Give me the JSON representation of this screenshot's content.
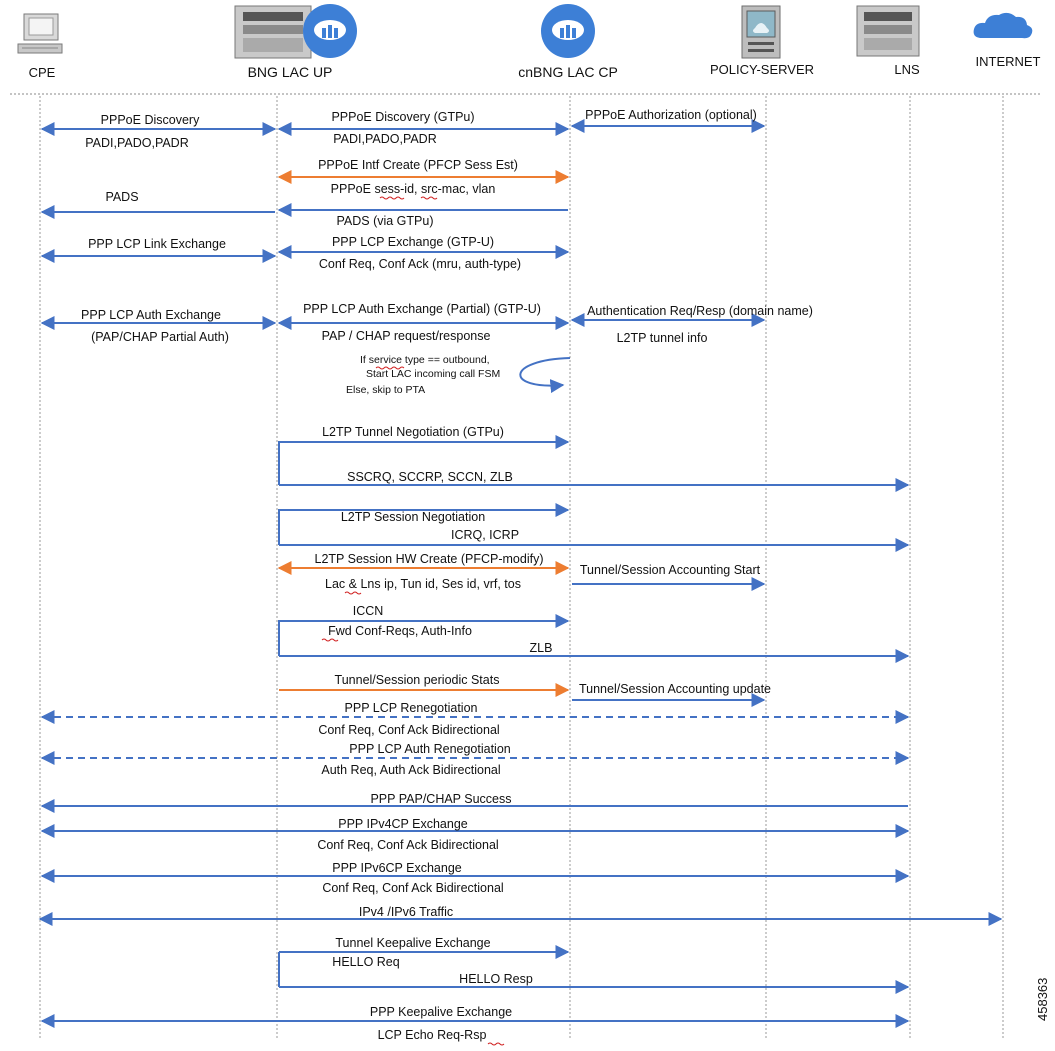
{
  "actors": [
    {
      "id": "cpe",
      "label": "CPE",
      "icon": "computer-icon"
    },
    {
      "id": "up",
      "label": "BNG LAC UP",
      "icon": "router-cloud-icon"
    },
    {
      "id": "cp",
      "label": "cnBNG LAC CP",
      "icon": "cloud-icon"
    },
    {
      "id": "policy",
      "label": "POLICY-SERVER",
      "icon": "server-icon"
    },
    {
      "id": "lns",
      "label": "LNS",
      "icon": "router-icon"
    },
    {
      "id": "internet",
      "label": "INTERNET",
      "icon": "internet-cloud-icon"
    }
  ],
  "colors": {
    "blue": "#4472c4",
    "orange": "#ed7d31",
    "lifeline": "#9a9a9a",
    "cloud": "#3d7fd6",
    "squiggle": "#d02020"
  },
  "messages": [
    {
      "from": "cpe",
      "to": "up",
      "kind": "bi",
      "color": "blue",
      "labels": [
        "PPPoE Discovery",
        "PADI,PADO,PADR"
      ]
    },
    {
      "from": "up",
      "to": "cp",
      "kind": "bi",
      "color": "blue",
      "labels": [
        "PPPoE Discovery (GTPu)",
        "PADI,PADO,PADR"
      ]
    },
    {
      "from": "cp",
      "to": "policy",
      "kind": "bi",
      "color": "blue",
      "labels": [
        "PPPoE Authorization (optional)"
      ]
    },
    {
      "from": "up",
      "to": "cp",
      "kind": "bi",
      "color": "orange",
      "labels": [
        "PPPoE Intf Create (PFCP Sess Est)",
        "PPPoE sess-id, src-mac, vlan"
      ]
    },
    {
      "from": "up",
      "to": "cpe",
      "kind": "uni",
      "color": "blue",
      "labels": [
        "PADS"
      ]
    },
    {
      "from": "cp",
      "to": "up",
      "kind": "uni",
      "color": "blue",
      "labels": [
        "PADS (via GTPu)"
      ]
    },
    {
      "from": "cpe",
      "to": "up",
      "kind": "bi",
      "color": "blue",
      "labels": [
        "PPP LCP Link Exchange"
      ]
    },
    {
      "from": "up",
      "to": "cp",
      "kind": "bi",
      "color": "blue",
      "labels": [
        "PPP LCP Exchange  (GTP-U)",
        "Conf Req, Conf Ack (mru, auth-type)"
      ]
    },
    {
      "from": "cpe",
      "to": "up",
      "kind": "bi",
      "color": "blue",
      "labels": [
        "PPP LCP Auth Exchange",
        "(PAP/CHAP Partial Auth)"
      ]
    },
    {
      "from": "up",
      "to": "cp",
      "kind": "bi",
      "color": "blue",
      "labels": [
        "PPP LCP Auth Exchange (Partial)  (GTP-U)",
        "PAP / CHAP request/response"
      ]
    },
    {
      "from": "cp",
      "to": "policy",
      "kind": "bi",
      "color": "blue",
      "labels": [
        "Authentication Req/Resp (domain name)",
        "L2TP tunnel info"
      ]
    },
    {
      "from": "cp",
      "to": "cp",
      "kind": "self",
      "color": "blue",
      "labels": [
        "If service  type == outbound,",
        "Start LAC incoming call FSM",
        "Else, skip to PTA"
      ]
    },
    {
      "from": "up",
      "to": "cp",
      "kind": "uni",
      "color": "blue",
      "labels": [
        "L2TP Tunnel Negotiation (GTPu)"
      ]
    },
    {
      "from": "up",
      "to": "lns",
      "kind": "uni",
      "color": "blue",
      "labels": [
        "SSCRQ, SCCRP, SCCN, ZLB"
      ]
    },
    {
      "from": "up",
      "to": "cp",
      "kind": "uni",
      "color": "blue",
      "labels": [
        "L2TP Session Negotiation"
      ]
    },
    {
      "from": "up",
      "to": "lns",
      "kind": "uni",
      "color": "blue",
      "labels": [
        "ICRQ, ICRP"
      ]
    },
    {
      "from": "up",
      "to": "cp",
      "kind": "bi",
      "color": "orange",
      "labels": [
        "L2TP Session HW Create  (PFCP-modify)",
        "Lac & Lns ip, Tun id, Ses id, vrf, tos"
      ]
    },
    {
      "from": "cp",
      "to": "policy",
      "kind": "uni",
      "color": "blue",
      "labels": [
        "Tunnel/Session Accounting Start"
      ]
    },
    {
      "from": "up",
      "to": "cp",
      "kind": "uni",
      "color": "blue",
      "labels": [
        "ICCN",
        "Fwd Conf-Reqs, Auth-Info"
      ]
    },
    {
      "from": "up",
      "to": "lns",
      "kind": "uni",
      "color": "blue",
      "labels": [
        "ZLB"
      ]
    },
    {
      "from": "up",
      "to": "cp",
      "kind": "uni",
      "color": "orange",
      "labels": [
        "Tunnel/Session periodic Stats"
      ]
    },
    {
      "from": "cp",
      "to": "policy",
      "kind": "uni",
      "color": "blue",
      "labels": [
        "Tunnel/Session Accounting update"
      ]
    },
    {
      "from": "cpe",
      "to": "lns",
      "kind": "bi-dashed",
      "color": "blue",
      "labels": [
        "PPP LCP Renegotiation",
        "Conf Req, Conf Ack Bidirectional"
      ]
    },
    {
      "from": "cpe",
      "to": "lns",
      "kind": "bi-dashed",
      "color": "blue",
      "labels": [
        "PPP LCP Auth Renegotiation",
        "Auth Req, Auth Ack Bidirectional"
      ]
    },
    {
      "from": "lns",
      "to": "cpe",
      "kind": "uni",
      "color": "blue",
      "labels": [
        "PPP PAP/CHAP Success"
      ]
    },
    {
      "from": "cpe",
      "to": "lns",
      "kind": "bi",
      "color": "blue",
      "labels": [
        "PPP IPv4CP Exchange",
        "Conf Req, Conf Ack Bidirectional"
      ]
    },
    {
      "from": "cpe",
      "to": "lns",
      "kind": "bi",
      "color": "blue",
      "labels": [
        "PPP IPv6CP Exchange",
        "Conf Req, Conf Ack Bidirectional"
      ]
    },
    {
      "from": "cpe",
      "to": "internet",
      "kind": "bi",
      "color": "blue",
      "labels": [
        "IPv4 /IPv6 Traffic"
      ]
    },
    {
      "from": "up",
      "to": "cp",
      "kind": "uni",
      "color": "blue",
      "labels": [
        "Tunnel Keepalive Exchange",
        "HELLO Req"
      ]
    },
    {
      "from": "up",
      "to": "lns",
      "kind": "uni",
      "color": "blue",
      "labels": [
        "HELLO Resp"
      ]
    },
    {
      "from": "cpe",
      "to": "lns",
      "kind": "bi",
      "color": "blue",
      "labels": [
        "PPP Keepalive Exchange",
        "LCP Echo Req-Rsp"
      ]
    }
  ],
  "figure_id": "458363"
}
